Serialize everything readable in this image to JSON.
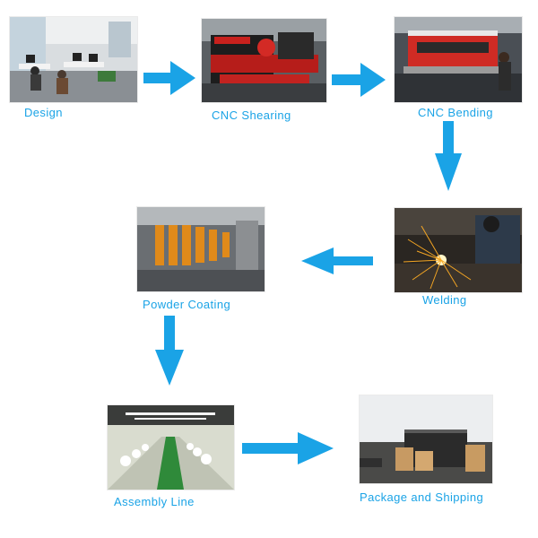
{
  "accent_color": "#1aa3e6",
  "steps": [
    {
      "label": "Design",
      "photo": "office-with-workers-at-desks"
    },
    {
      "label": "CNC Shearing",
      "photo": "red-black-cnc-punch-machine"
    },
    {
      "label": "CNC Bending",
      "photo": "press-brake-machine-with-operator"
    },
    {
      "label": "Welding",
      "photo": "welder-with-sparks"
    },
    {
      "label": "Powder Coating",
      "photo": "orange-powder-coating-line"
    },
    {
      "label": "Assembly Line",
      "photo": "factory-assembly-line-workers"
    },
    {
      "label": "Package and Shipping",
      "photo": "boxes-loading-container-truck"
    }
  ],
  "arrows": [
    {
      "from": "Design",
      "to": "CNC Shearing",
      "direction": "right"
    },
    {
      "from": "CNC Shearing",
      "to": "CNC Bending",
      "direction": "right"
    },
    {
      "from": "CNC Bending",
      "to": "Welding",
      "direction": "down"
    },
    {
      "from": "Welding",
      "to": "Powder Coating",
      "direction": "left"
    },
    {
      "from": "Powder Coating",
      "to": "Assembly Line",
      "direction": "down"
    },
    {
      "from": "Assembly Line",
      "to": "Package and Shipping",
      "direction": "right"
    }
  ]
}
